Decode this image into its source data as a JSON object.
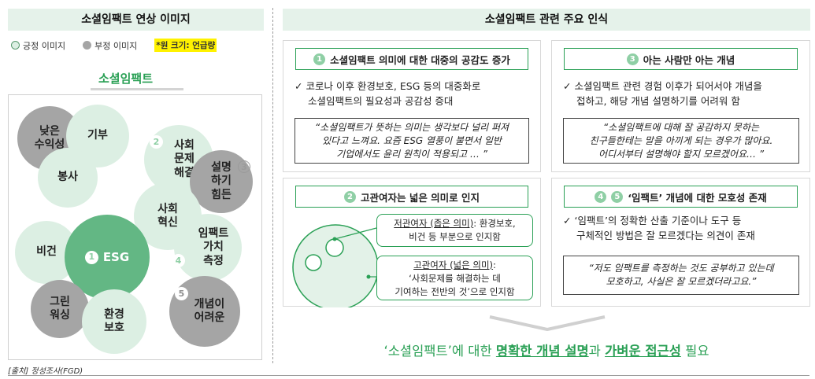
{
  "left": {
    "title": "소셜임팩트 연상 이미지",
    "legend": {
      "positive": "긍정 이미지",
      "negative": "부정 이미지",
      "note": "*원 크기: 언급량"
    },
    "subtitle": "소셜임팩트",
    "bubbles": {
      "low_return": "낮은\n수익성",
      "donation": "기부",
      "service": "봉사",
      "social_problem": "사회\n문제\n해결",
      "hard_explain": "설명\n하기\n힘든",
      "social_innovation": "사회\n혁신",
      "impact_value": "임팩트\n가치\n측정",
      "vision": "비건",
      "esg": "ESG",
      "green_washing": "그린\n워싱",
      "environment": "환경\n보호",
      "hard_concept": "개념이\n어려운"
    },
    "markers": {
      "m1": "1",
      "m2": "2",
      "m3": "3",
      "m4": "4",
      "m5": "5"
    },
    "source": "[출처] 정성조사(FGD)"
  },
  "right": {
    "title": "소셜임팩트 관련 주요 인식",
    "panels": {
      "p1": {
        "num": "1",
        "title": "소셜임팩트 의미에 대한 대중의 공감도 증가",
        "check_line1": "코로나 이후 환경보호, ESG 등의 대중화로",
        "check_line2": "소셜임팩트의 필요성과 공감성 증대",
        "quote": "“소셜임팩트가 뜻하는 의미는 생각보다 널리 퍼져\n있다고 느껴요. 요즘 ESG 열풍이 불면서 일반\n기업에서도 윤리 원칙이 적용되고 … ”"
      },
      "p3": {
        "num": "3",
        "title": "아는 사람만 아는 개념",
        "check_line1": "소셜임팩트 관련 경험 이후가 되어서야 개념을",
        "check_line2": "접하고, 해당 개념 설명하기를 어려워 함",
        "quote": "“소셜임팩트에 대해 잘 공감하지 못하는\n친구들한테는 말을 아끼게 되는 경우가 많아요.\n어디서부터 설명해야 할지 모르겠어요… ”"
      },
      "p2": {
        "num": "2",
        "title": "고관여자는 넓은 의미로 인지",
        "narrow_head": "저관여자 (좁은 의미)",
        "narrow_tail": ": 환경보호,",
        "narrow_line2": "비건 등 부분으로 인지함",
        "broad_head": "고관여자 (넓은 의미)",
        "broad_tail": ":",
        "broad_line2": "‘사회문제를 해결하는 데",
        "broad_line3": "기여하는 전반의 것’으로 인지함"
      },
      "p45": {
        "num_a": "4",
        "num_b": "5",
        "title": "‘임팩트’ 개념에 대한 모호성 존재",
        "check_line1": "‘임팩트’의 정확한 산출 기준이나 도구 등",
        "check_line2": "구체적인 방법은 잘 모르겠다는 의견이 존재",
        "quote": "“저도 임팩트를 측정하는 것도 공부하고 있는데\n모호하고, 사실은 잘 모르겠더라고요.”"
      }
    },
    "conclusion": {
      "part1": "‘소셜임팩트’에 대한 ",
      "bold1": "명확한 개념 설명",
      "part2": "과 ",
      "bold2": "가벼운 접근성",
      "part3": " 필요"
    }
  },
  "colors": {
    "accent": "#2aa055",
    "light_green": "#dcefe3",
    "mid_green": "#8fcfa5",
    "gray": "#a5a5a5",
    "header_bg": "#e5f2ea"
  }
}
